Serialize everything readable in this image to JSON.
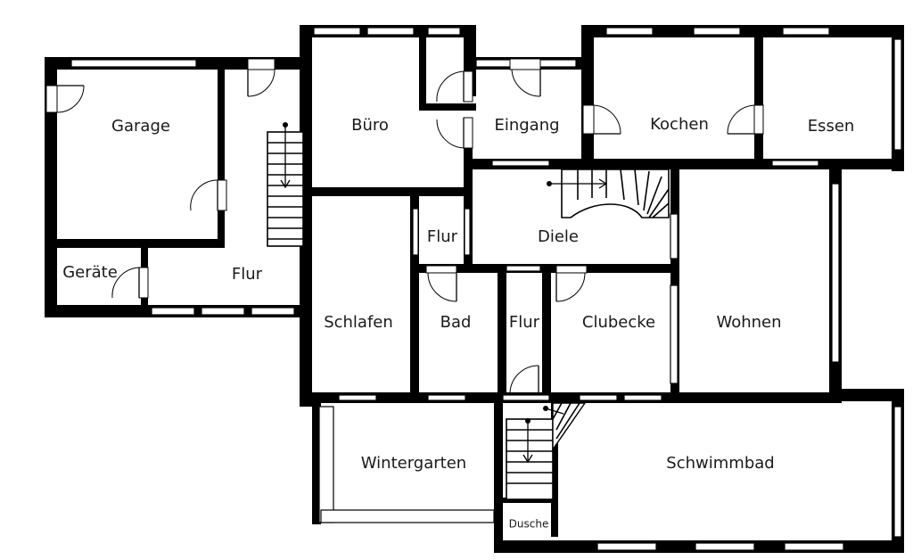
{
  "rooms": {
    "garage": "Garage",
    "geraete": "Geräte",
    "flur_west": "Flur",
    "buero": "Büro",
    "eingang": "Eingang",
    "kochen": "Kochen",
    "essen": "Essen",
    "diele": "Diele",
    "flur_small": "Flur",
    "schlafen": "Schlafen",
    "bad": "Bad",
    "flur_mid": "Flur",
    "clubecke": "Clubecke",
    "wohnen": "Wohnen",
    "wintergarten": "Wintergarten",
    "schwimmbad": "Schwimmbad",
    "dusche": "Dusche"
  }
}
